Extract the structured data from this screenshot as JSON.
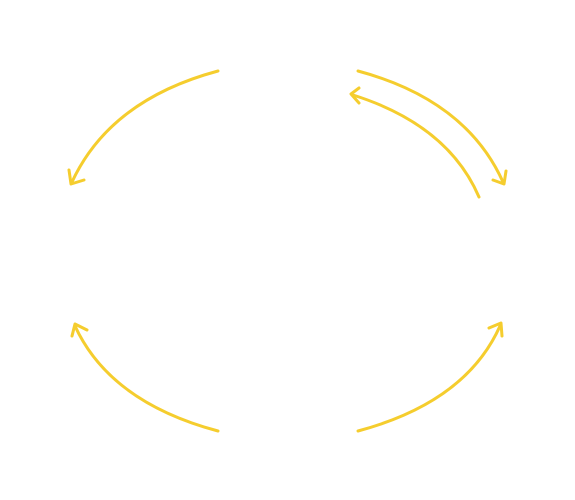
{
  "diagram": {
    "arrow_color": "#F5CD2E",
    "background_color": "#FFFFFF",
    "arrows": [
      {
        "id": "top-left",
        "direction": "counter-clockwise"
      },
      {
        "id": "top-right-outer",
        "direction": "clockwise"
      },
      {
        "id": "top-right-inner",
        "direction": "counter-clockwise"
      },
      {
        "id": "bottom-left",
        "direction": "counter-clockwise"
      },
      {
        "id": "bottom-right",
        "direction": "clockwise"
      }
    ]
  }
}
